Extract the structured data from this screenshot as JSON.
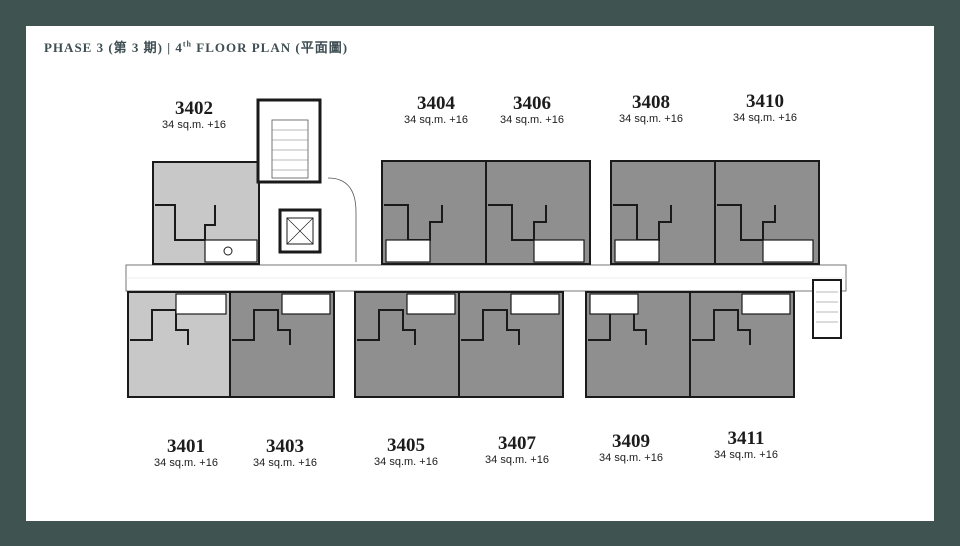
{
  "header": {
    "phase": "PHASE 3 (第 3 期)",
    "separator": "|",
    "floor_num": "4",
    "floor_sup": "th",
    "floor_rest": "FLOOR PLAN (平面圖)"
  },
  "units": {
    "u3402": {
      "number": "3402",
      "area": "34 sq.m. +16"
    },
    "u3404": {
      "number": "3404",
      "area": "34 sq.m. +16"
    },
    "u3406": {
      "number": "3406",
      "area": "34 sq.m. +16"
    },
    "u3408": {
      "number": "3408",
      "area": "34 sq.m. +16"
    },
    "u3410": {
      "number": "3410",
      "area": "34 sq.m. +16"
    },
    "u3401": {
      "number": "3401",
      "area": "34 sq.m. +16"
    },
    "u3403": {
      "number": "3403",
      "area": "34 sq.m. +16"
    },
    "u3405": {
      "number": "3405",
      "area": "34 sq.m. +16"
    },
    "u3407": {
      "number": "3407",
      "area": "34 sq.m. +16"
    },
    "u3409": {
      "number": "3409",
      "area": "34 sq.m. +16"
    },
    "u3411": {
      "number": "3411",
      "area": "34 sq.m. +16"
    }
  },
  "colors": {
    "background": "#3f5351",
    "card": "#ffffff",
    "unit_dark": "#8f8f8f",
    "unit_light": "#c8c8c8",
    "wall": "#1a1a1a",
    "heading": "#3e4e52"
  }
}
